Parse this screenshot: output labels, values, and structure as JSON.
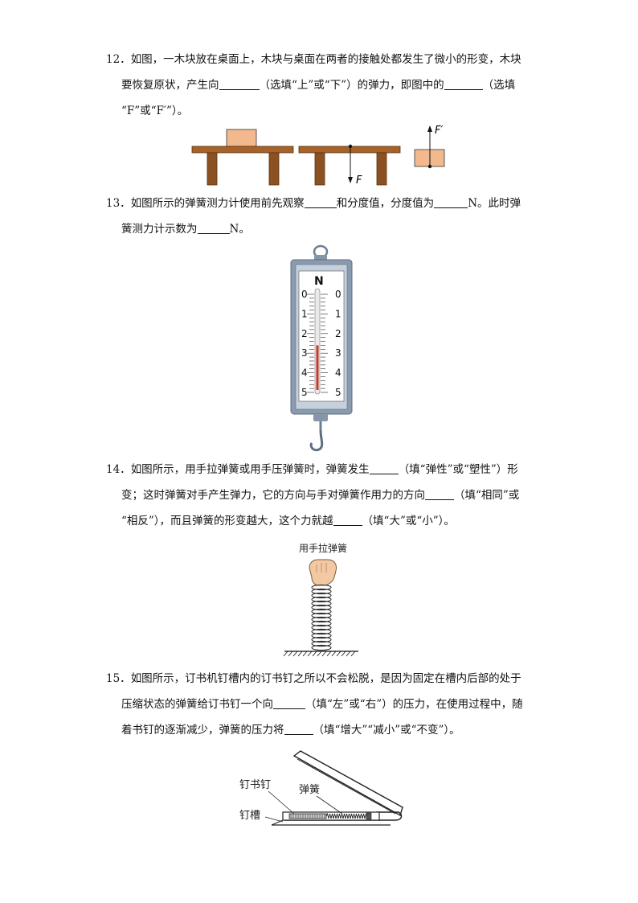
{
  "q12": {
    "number": "12．",
    "line1": "如图，一木块放在桌面上，木块与桌面在两者的接触处都发生了微小的形变，木块",
    "line2_a": "要恢复原状，产生向",
    "line2_b": "（选填“上”或“下”）的弹力，即图中的",
    "line2_c": "（选填",
    "line3": "“F”或“F′”）。",
    "fig": {
      "label_f": "F",
      "label_fprime": "F′"
    }
  },
  "q13": {
    "number": "13．",
    "line1_a": "如图所示的弹簧测力计使用前先观察",
    "line1_b": "和分度值，分度值为",
    "line1_c": "N。此时弹",
    "line2_a": "簧测力计示数为",
    "line2_b": "N。",
    "fig": {
      "unit": "N",
      "scale_labels": [
        "0",
        "1",
        "2",
        "3",
        "4",
        "5"
      ],
      "reading": 2.6
    }
  },
  "q14": {
    "number": "14．",
    "line1_a": "如图所示，用手拉弹簧或用手压弹簧时，弹簧发生",
    "line1_b": "（填“弹性”或“塑性”）形",
    "line2_a": "变；这时弹簧对手产生弹力，它的方向与手对弹簧作用力的方向",
    "line2_b": "（填“相同”或",
    "line3_a": "“相反”），而且弹簧的形变越大，这个力就越",
    "line3_b": "（填“大”或“小”）。",
    "fig": {
      "caption": "用手拉弹簧"
    }
  },
  "q15": {
    "number": "15．",
    "line1": "如图所示，订书机钉槽内的订书钉之所以不会松脱，是因为固定在槽内后部的处于",
    "line2_a": "压缩状态的弹簧给订书钉一个向",
    "line2_b": "（填“左”或“右”）的压力，在使用过程中，随",
    "line3_a": "着书钉的逐渐减少，弹簧的压力将",
    "line3_b": "（填“增大”“减小”或“不变”）。",
    "fig": {
      "label_staples": "钉书钉",
      "label_spring": "弹簧",
      "label_slot": "钉槽"
    }
  }
}
